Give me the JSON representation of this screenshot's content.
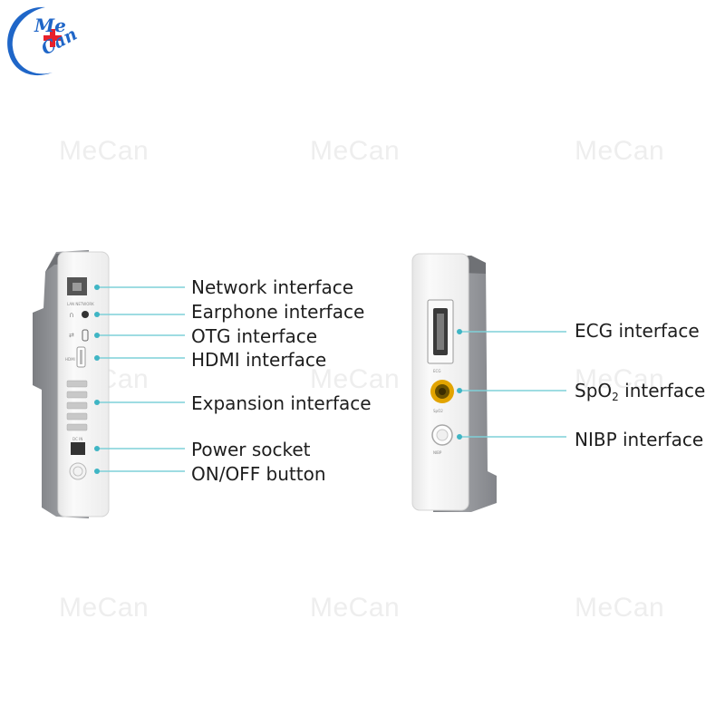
{
  "brand": {
    "line1": "Me",
    "line2": "Can",
    "watermark": "MeCan",
    "colors": {
      "blue": "#1f66c8",
      "red": "#e8202a"
    }
  },
  "left_device": {
    "callouts": [
      {
        "id": "network",
        "label": "Network interface"
      },
      {
        "id": "earphone",
        "label": "Earphone interface"
      },
      {
        "id": "otg",
        "label": "OTG interface"
      },
      {
        "id": "hdmi",
        "label": "HDMI interface"
      },
      {
        "id": "expansion",
        "label": "Expansion interface"
      },
      {
        "id": "power",
        "label": "Power socket"
      },
      {
        "id": "onoff",
        "label": "ON/OFF button"
      }
    ]
  },
  "right_device": {
    "callouts": [
      {
        "id": "ecg",
        "label": "ECG interface"
      },
      {
        "id": "spo2",
        "label_main": "SpO",
        "label_sub": "2",
        "label_rest": " interface"
      },
      {
        "id": "nibp",
        "label": "NIBP interface"
      }
    ]
  },
  "colors": {
    "leader_line": "#7fd0d8",
    "leader_dot": "#3fb5c4",
    "body_gray": "#8b8d91",
    "panel_white": "#f4f4f4",
    "spo2_ring": "#e2a400"
  }
}
